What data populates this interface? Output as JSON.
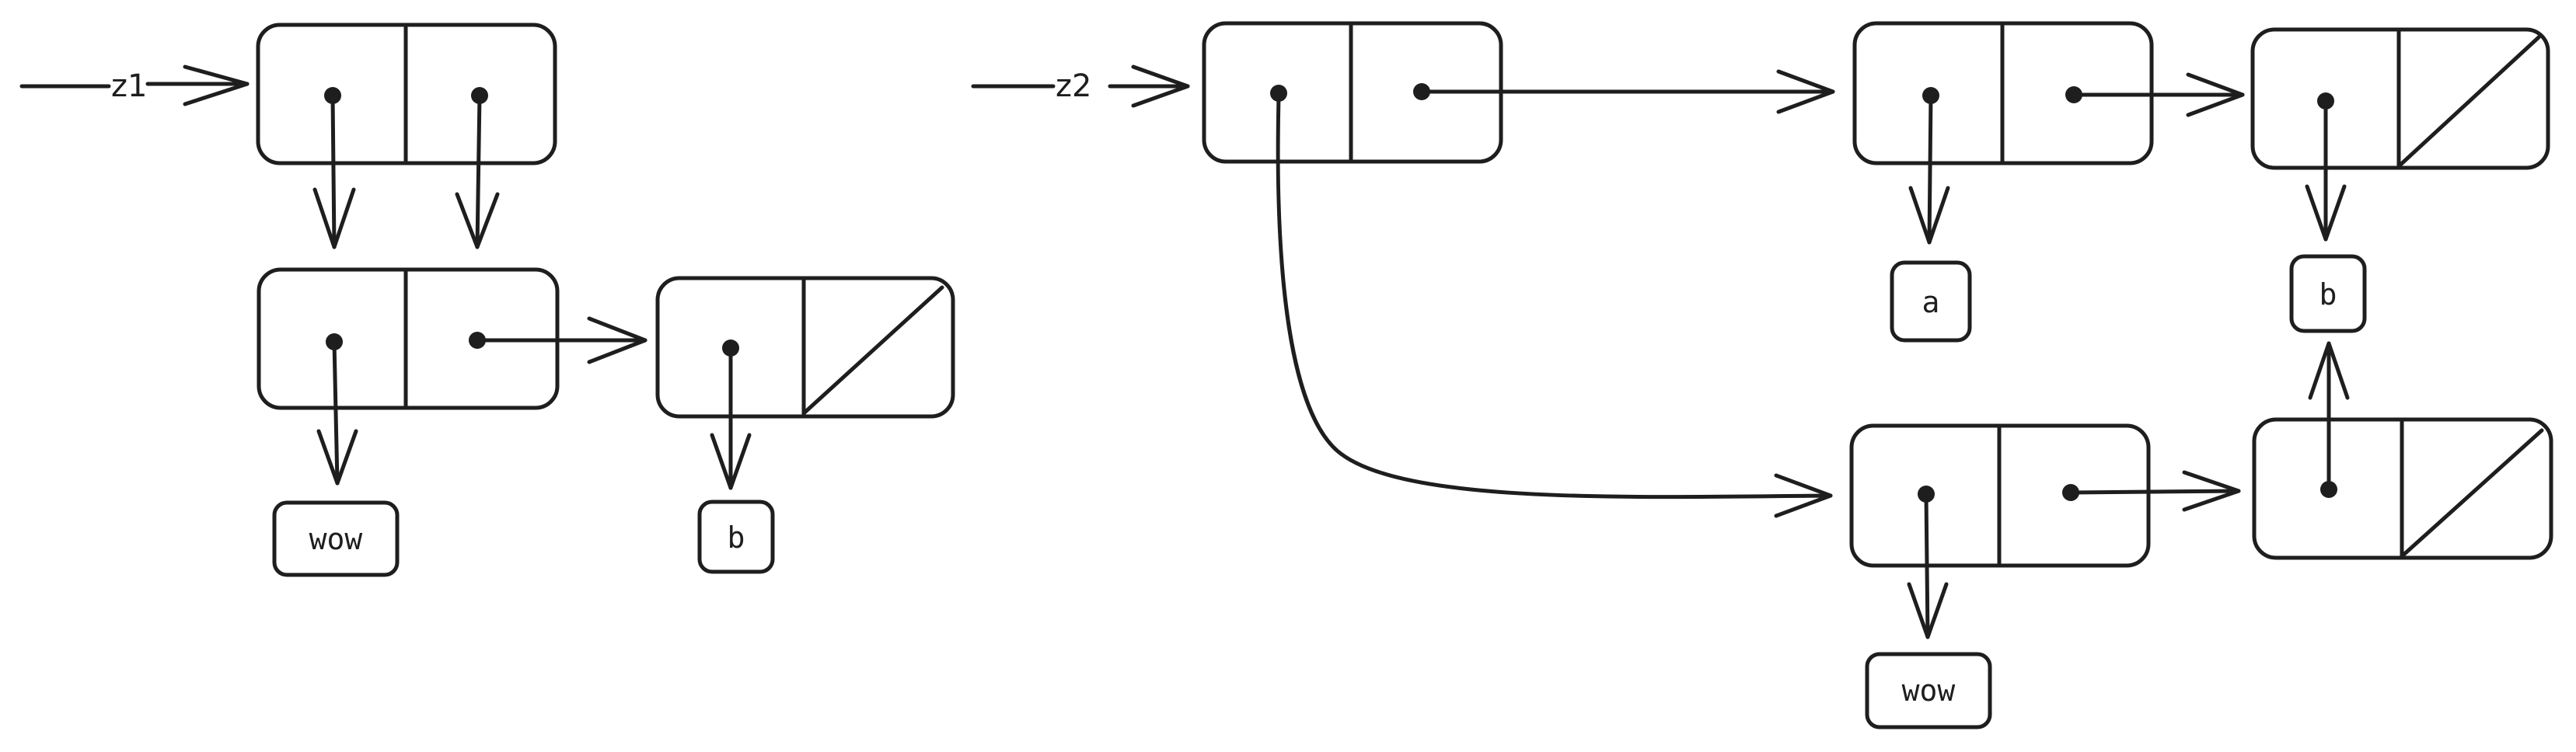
{
  "variables": {
    "z1": "z1",
    "z2": "z2"
  },
  "atoms": {
    "z1_car_atom": "wow",
    "z1_cdr_car_atom": "b",
    "z2_first_atom": "a",
    "z2_second_atom": "b",
    "z2_wow_atom": "wow"
  },
  "colors": {
    "stroke": "#1e1e1e",
    "background": "#ffffff"
  }
}
